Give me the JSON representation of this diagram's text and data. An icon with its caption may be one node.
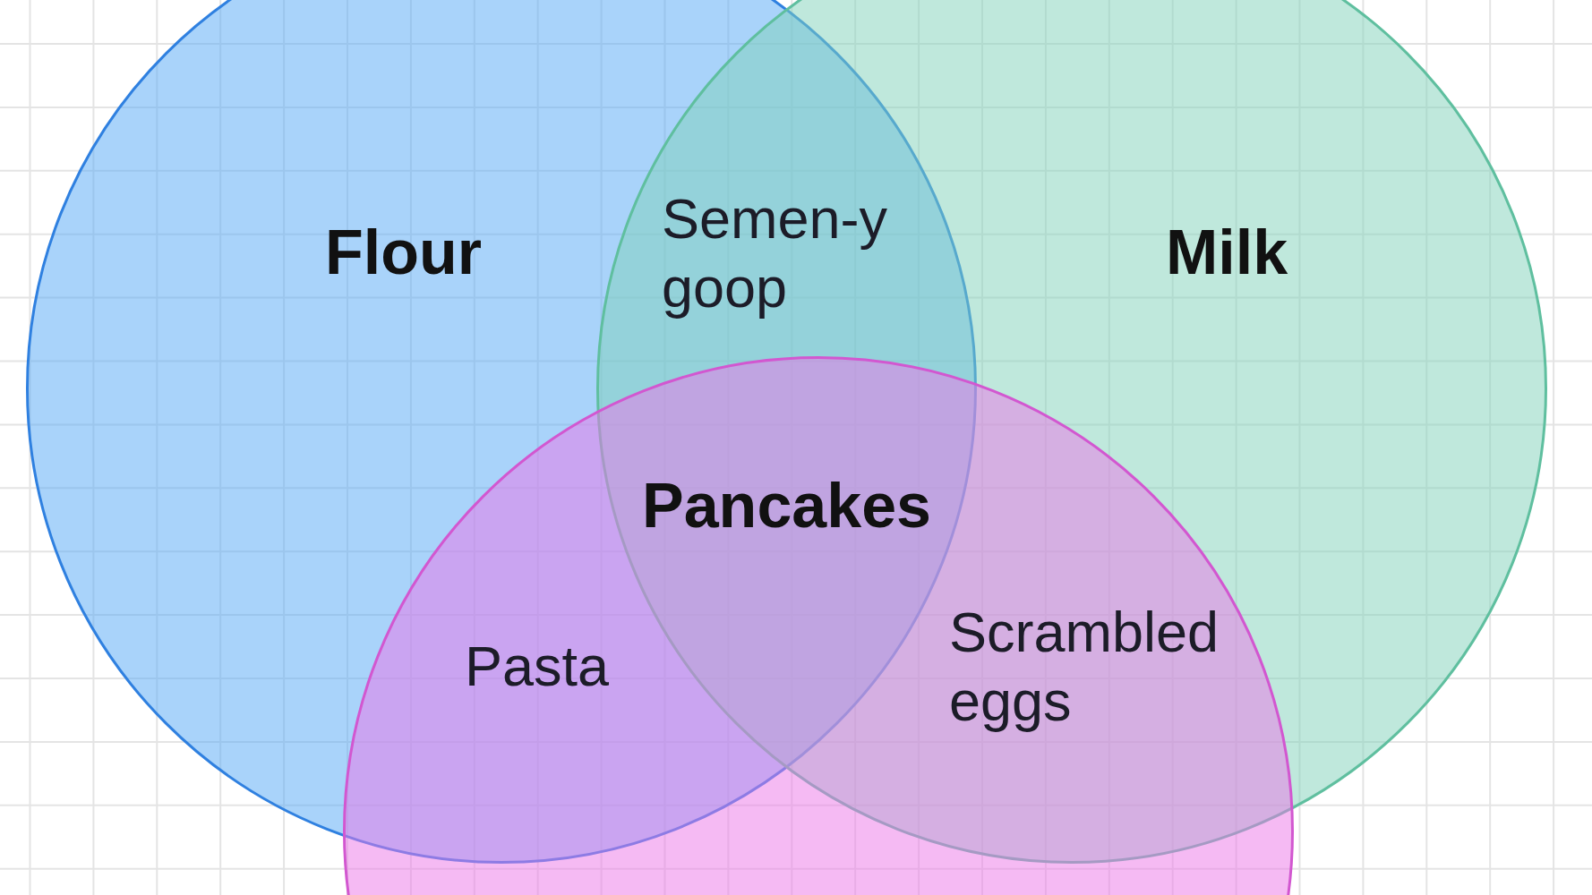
{
  "diagram": {
    "nodes": [
      {
        "text": [
          "Flour"
        ]
      },
      {
        "text": [
          "Milk"
        ]
      },
      {
        "text": [],
        "shape": "circle"
      }
    ],
    "labels": [
      "Semen-y goop",
      "Pancakes",
      "Pasta",
      "Scrambled eggs"
    ]
  }
}
